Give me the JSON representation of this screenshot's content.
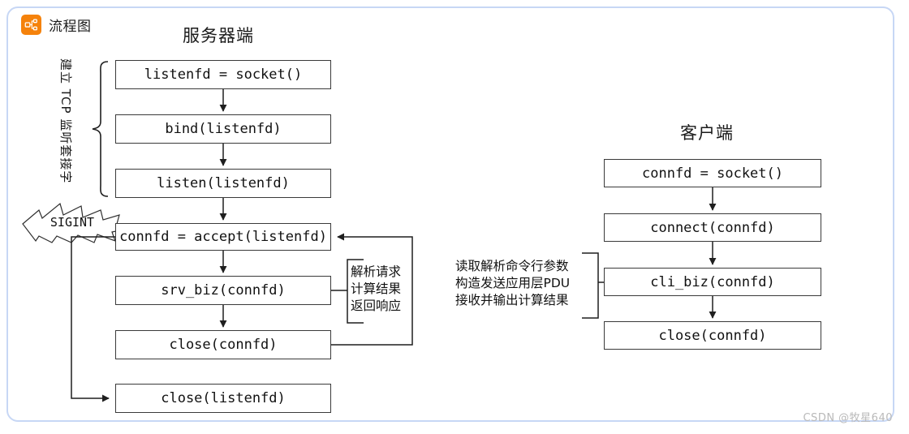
{
  "card": {
    "border_color": "#c7d7f5",
    "background": "#ffffff"
  },
  "header": {
    "badge_label": "流程图",
    "badge_icon": "flowchart-icon",
    "badge_color": "#f5820b"
  },
  "columns": {
    "server_title": "服务器端",
    "client_title": "客户端"
  },
  "server": {
    "group_label": "建立 TCP 监听套接字",
    "signal_label": "SIGINT",
    "steps": [
      {
        "id": "srv-socket",
        "label": "listenfd = socket()"
      },
      {
        "id": "srv-bind",
        "label": "bind(listenfd)"
      },
      {
        "id": "srv-listen",
        "label": "listen(listenfd)"
      },
      {
        "id": "srv-accept",
        "label": "connfd = accept(listenfd)"
      },
      {
        "id": "srv-biz",
        "label": "srv_biz(connfd)"
      },
      {
        "id": "srv-close",
        "label": "close(connfd)"
      },
      {
        "id": "srv-closel",
        "label": "close(listenfd)"
      }
    ],
    "note": {
      "line1": "解析请求",
      "line2": "计算结果",
      "line3": "返回响应"
    }
  },
  "client": {
    "steps": [
      {
        "id": "cli-socket",
        "label": "connfd = socket()"
      },
      {
        "id": "cli-connect",
        "label": "connect(connfd)"
      },
      {
        "id": "cli-biz",
        "label": "cli_biz(connfd)"
      },
      {
        "id": "cli-close",
        "label": "close(connfd)"
      }
    ],
    "note": {
      "line1": "读取解析命令行参数",
      "line2": "构造发送应用层PDU",
      "line3": "接收并输出计算结果"
    }
  },
  "watermark": "CSDN @牧星640"
}
